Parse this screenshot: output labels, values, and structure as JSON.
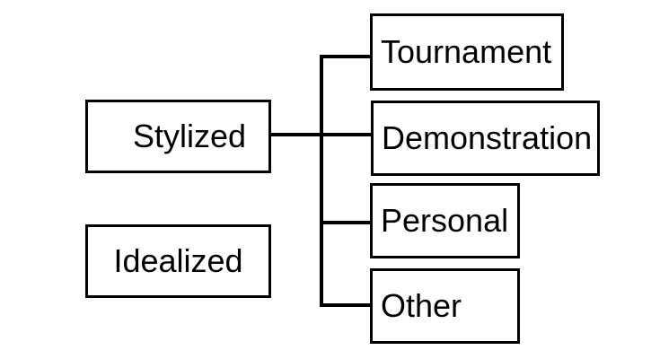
{
  "diagram": {
    "type": "tree",
    "background_color": "#ffffff",
    "stroke_color": "#000000",
    "text_color": "#000000",
    "nodes": {
      "stylized": {
        "label": "Stylized"
      },
      "idealized": {
        "label": "Idealized"
      },
      "tournament": {
        "label": "Tournament"
      },
      "demonstration": {
        "label": "Demonstration"
      },
      "personal": {
        "label": "Personal"
      },
      "other": {
        "label": "Other"
      }
    },
    "edges": [
      {
        "from": "Stylized",
        "to": "Tournament"
      },
      {
        "from": "Stylized",
        "to": "Demonstration"
      },
      {
        "from": "Stylized",
        "to": "Personal"
      },
      {
        "from": "Stylized",
        "to": "Other"
      }
    ]
  }
}
